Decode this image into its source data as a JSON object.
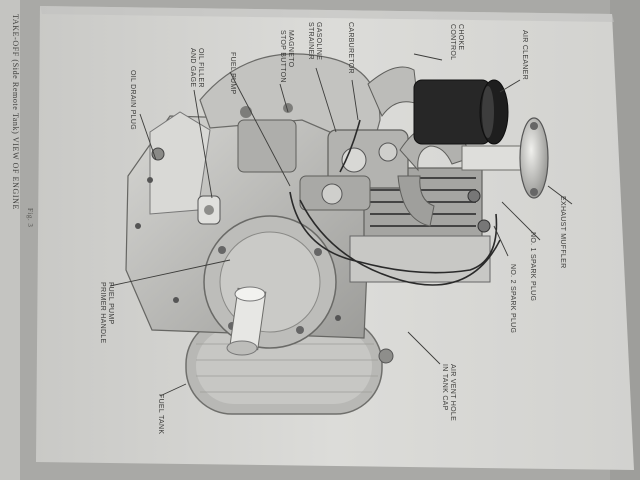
{
  "figure": {
    "number": "Fig. 3",
    "caption": "TAKE-OFF (Side Remote Tank) VIEW OF ENGINE"
  },
  "labels": {
    "choke_control": [
      "CHOKE",
      "CONTROL"
    ],
    "air_cleaner": [
      "AIR CLEANER"
    ],
    "carburetor": [
      "CARBURETOR"
    ],
    "gasoline_strainer": [
      "GASOLINE",
      "STRAINER"
    ],
    "magneto_stop_button": [
      "MAGNETO",
      "STOP BUTTON"
    ],
    "fuel_pump": [
      "FUEL PUMP"
    ],
    "oil_filler_and_gage": [
      "OIL FILLER",
      "AND GAGE"
    ],
    "oil_drain_plug": [
      "OIL DRAIN PLUG"
    ],
    "exhaust_muffler": [
      "EXHAUST MUFFLER"
    ],
    "spark_plug_1": [
      "No. 1 SPARK PLUG"
    ],
    "spark_plug_2": [
      "No. 2 SPARK PLUG"
    ],
    "fuel_pump_primer_handle": [
      "FUEL PUMP",
      "PRIMER HANDLE"
    ],
    "air_vent_hole": [
      "AIR VENT HOLE",
      "IN TANK CAP"
    ],
    "fuel_tank": [
      "FUEL TANK"
    ]
  }
}
